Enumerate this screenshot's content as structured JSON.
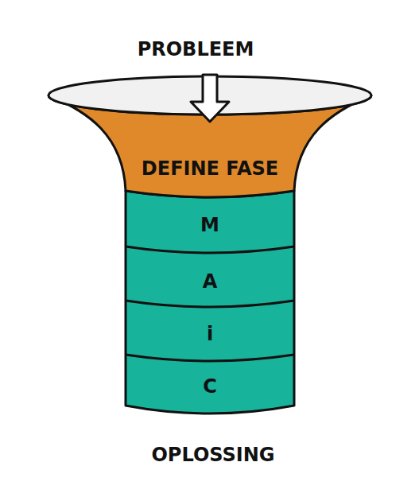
{
  "diagram": {
    "nodes": [
      {
        "text": [
          "DEFINE FASE"
        ]
      },
      {
        "text": [
          "M"
        ]
      },
      {
        "text": [
          "A"
        ]
      },
      {
        "text": [
          "i"
        ]
      },
      {
        "text": [
          "C"
        ]
      }
    ],
    "labels": [
      "PROBLEEM",
      "OPLOSSING"
    ]
  }
}
